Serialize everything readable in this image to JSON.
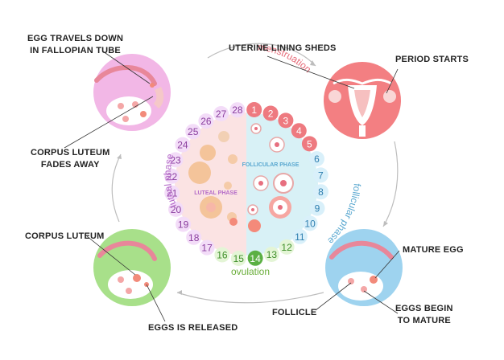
{
  "labels": {
    "egg_travels": [
      "EGG TRAVELS DOWN",
      "IN FALLOPIAN TUBE"
    ],
    "uterine": "UTERINE LINING SHEDS",
    "period": "PERIOD STARTS",
    "corpus_fades": [
      "CORPUS LUTEUM",
      "FADES AWAY"
    ],
    "corpus": "CORPUS LUTEUM",
    "eggs_released": "EGGS IS RELEASED",
    "mature_egg": "MATURE EGG",
    "follicle": "FOLLICLE",
    "eggs_begin": [
      "EGGS BEGIN",
      "TO MATURE"
    ]
  },
  "phases": {
    "menstruation": "menstruation",
    "follicular_arc": "follicular phase",
    "luteal_arc": "luteal phase",
    "ovulation": "ovulation",
    "follicular_inner": "FOLLICULAR PHASE",
    "luteal_inner": "LUTEAL PHASE"
  },
  "days": [
    "1",
    "2",
    "3",
    "4",
    "5",
    "6",
    "7",
    "8",
    "9",
    "10",
    "11",
    "12",
    "13",
    "14",
    "15",
    "16",
    "17",
    "18",
    "19",
    "20",
    "21",
    "22",
    "23",
    "24",
    "25",
    "26",
    "27",
    "28"
  ],
  "colors": {
    "menstruation": "#ee7a80",
    "follicular": "#7ec8e3",
    "ovulation": "#9cd36b",
    "ovulation_peak": "#5bb044",
    "luteal": "#c88ed8",
    "label_pink": "#e66a78",
    "label_blue": "#5aa8d0",
    "label_green": "#6aae3a",
    "label_purple": "#b46bc8"
  }
}
